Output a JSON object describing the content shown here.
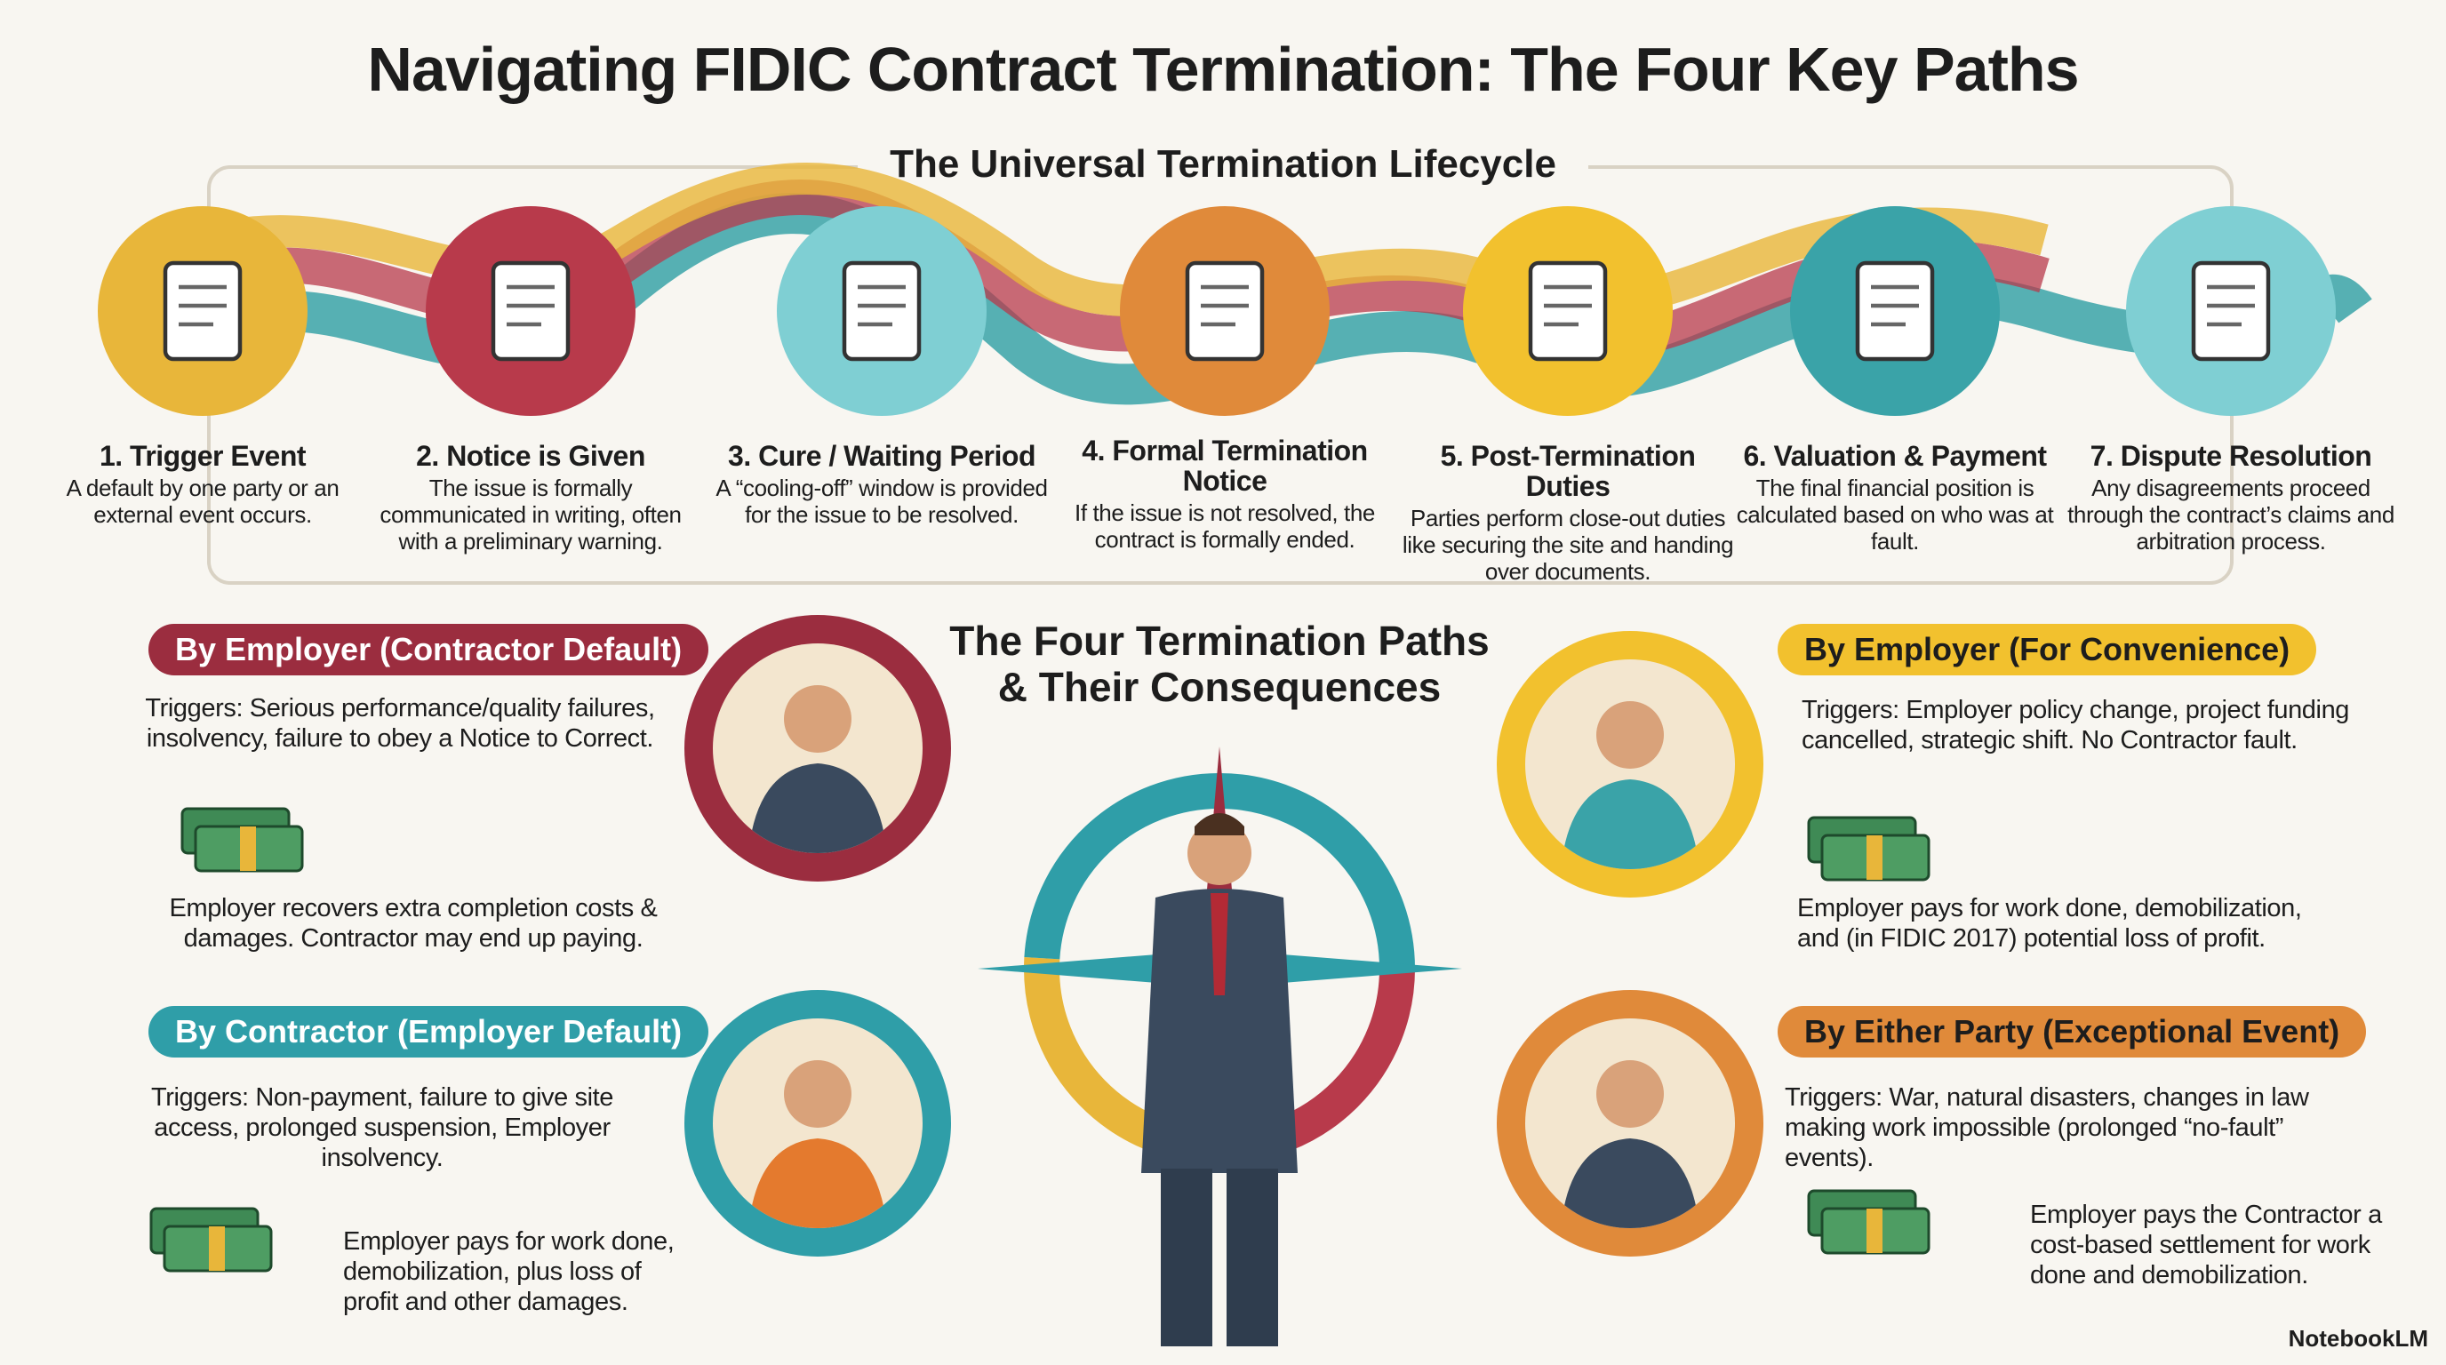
{
  "title": "Navigating FIDIC Contract Termination: The Four Key Paths",
  "lifecycle": {
    "title": "The Universal Termination Lifecycle",
    "steps": [
      {
        "title": "1. Trigger Event",
        "desc": "A default by one party or an external event occurs.",
        "icon": "broken-chain-icon",
        "color": "#e8b63a"
      },
      {
        "title": "2. Notice is Given",
        "desc": "The issue is formally communicated in writing, often with a preliminary warning.",
        "icon": "warning-document-icon",
        "color": "#b83a4b"
      },
      {
        "title": "3. Cure / Waiting Period",
        "desc": "A “cooling-off” window is provided for the issue to be resolved.",
        "icon": "hourglass-icon",
        "color": "#7fcfd3"
      },
      {
        "title": "4. Formal Termination Notice",
        "desc": "If the issue is not resolved, the contract is formally ended.",
        "icon": "stamped-document-icon",
        "color": "#e08a3a"
      },
      {
        "title": "5. Post-Termination Duties",
        "desc": "Parties perform close-out duties like securing the site and handing over documents.",
        "icon": "handshake-handover-icon",
        "color": "#f2c12e"
      },
      {
        "title": "6. Valuation & Payment",
        "desc": "The final financial position is calculated based on who was at fault.",
        "icon": "calculator-scales-icon",
        "color": "#3aa3a8"
      },
      {
        "title": "7. Dispute Resolution",
        "desc": "Any disagreements proceed through the contract’s claims and arbitration process.",
        "icon": "courthouse-gavel-icon",
        "color": "#7fcfd3"
      }
    ]
  },
  "center": {
    "title_line1": "The Four Termination Paths",
    "title_line2": "& Their Consequences"
  },
  "paths": [
    {
      "label": "By Employer (Contractor Default)",
      "color": "#9b2d3f",
      "triggers": "Triggers: Serious performance/quality failures, insolvency, failure to obey a Notice to Correct.",
      "consequence": "Employer recovers extra completion costs & damages. Contractor may end up paying."
    },
    {
      "label": "By Contractor (Employer Default)",
      "color": "#2f9ea8",
      "triggers": "Triggers: Non-payment, failure to give site access, prolonged suspension, Employer insolvency.",
      "consequence": "Employer pays for work done, demobilization, plus loss of profit and other damages."
    },
    {
      "label": "By Employer (For Convenience)",
      "color": "#f2c12e",
      "triggers": "Triggers: Employer policy change, project funding cancelled, strategic shift. No Contractor fault.",
      "consequence": "Employer pays for work done, demobilization, and (in FIDIC 2017) potential loss of profit."
    },
    {
      "label": "By Either Party (Exceptional Event)",
      "color": "#e08a3a",
      "triggers": "Triggers: War, natural disasters, changes in law making work impossible (prolonged “no-fault” events).",
      "consequence": "Employer pays the Contractor a cost-based settlement for work done and demobilization."
    }
  ],
  "watermark": "NotebookLM"
}
